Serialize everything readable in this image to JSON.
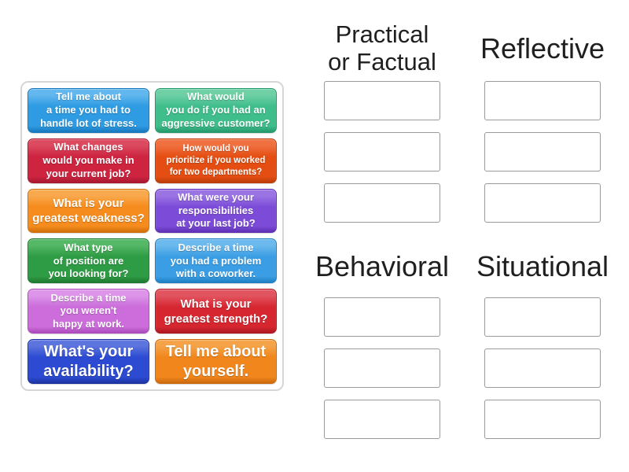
{
  "styles": {
    "page_bg": "#ffffff",
    "tray_border": "#d6d6d6",
    "title_color": "#1f1f1f",
    "slot_border": "#9a9a9a",
    "card_text": "#ffffff"
  },
  "groups": [
    {
      "title": "Practical\nor Factual",
      "slot_count": 3
    },
    {
      "title": "Reflective",
      "slot_count": 3
    },
    {
      "title": "Behavioral",
      "slot_count": 3
    },
    {
      "title": "Situational",
      "slot_count": 3
    }
  ],
  "cards": [
    {
      "text": "Tell me about\na time you had to\nhandle lot of stress.",
      "colors": {
        "light": "#62b8ee",
        "main": "#2e9be3",
        "dark": "#1778bd"
      }
    },
    {
      "text": "What would\nyou do if you had an\naggressive customer?",
      "colors": {
        "light": "#6fd0a6",
        "main": "#3fbd8a",
        "dark": "#23996b"
      }
    },
    {
      "text": "What changes\nwould you make in\nyour current job?",
      "colors": {
        "light": "#dc4a60",
        "main": "#ce2440",
        "dark": "#a81830"
      }
    },
    {
      "text": "How would you\nprioritize if you worked\nfor two departments?",
      "colors": {
        "light": "#f07040",
        "main": "#e54e12",
        "dark": "#bc3d08"
      }
    },
    {
      "text": "What is your\ngreatest weakness?",
      "colors": {
        "light": "#f9a94d",
        "main": "#f68c1e",
        "dark": "#d06f0a"
      }
    },
    {
      "text": "What were your\nresponsibilities\nat your last job?",
      "colors": {
        "light": "#9b74e4",
        "main": "#7c4cd8",
        "dark": "#5f30b5"
      }
    },
    {
      "text": "What type\nof position are\nyou looking for?",
      "colors": {
        "light": "#55b866",
        "main": "#2e9c44",
        "dark": "#1e7a30"
      }
    },
    {
      "text": "Describe a time\nyou had a problem\nwith a coworker.",
      "colors": {
        "light": "#6cb9ed",
        "main": "#3b9ee4",
        "dark": "#1f7fc2"
      }
    },
    {
      "text": "Describe a time\nyou weren't\nhappy at work.",
      "colors": {
        "light": "#dc95e8",
        "main": "#cc6ddb",
        "dark": "#ac4bbc"
      }
    },
    {
      "text": "What is your\ngreatest strength?",
      "colors": {
        "light": "#e25560",
        "main": "#d62731",
        "dark": "#ae1822"
      }
    },
    {
      "text": "What's your\navailability?",
      "colors": {
        "light": "#5c74de",
        "main": "#2c4bd2",
        "dark": "#1d33a0"
      }
    },
    {
      "text": "Tell me about\nyourself.",
      "colors": {
        "light": "#f5a348",
        "main": "#f0861c",
        "dark": "#cb6a0e"
      }
    }
  ]
}
